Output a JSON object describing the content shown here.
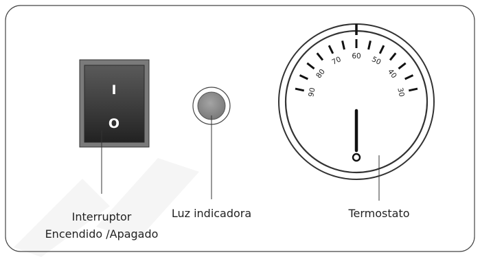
{
  "switch": {
    "on_symbol": "I",
    "off_symbol": "O",
    "label_line1": "Interruptor",
    "label_line2": "Encendido /Apagado"
  },
  "indicator": {
    "label": "Luz indicadora",
    "color": "#8c8c8c"
  },
  "thermostat": {
    "label": "Termostato",
    "dial_numbers": [
      "90",
      "80",
      "70",
      "60",
      "50",
      "40",
      "30"
    ]
  },
  "colors": {
    "panel_border": "#444444",
    "switch_body": "#4a4a4a",
    "watermark": "#f3f3f3"
  }
}
